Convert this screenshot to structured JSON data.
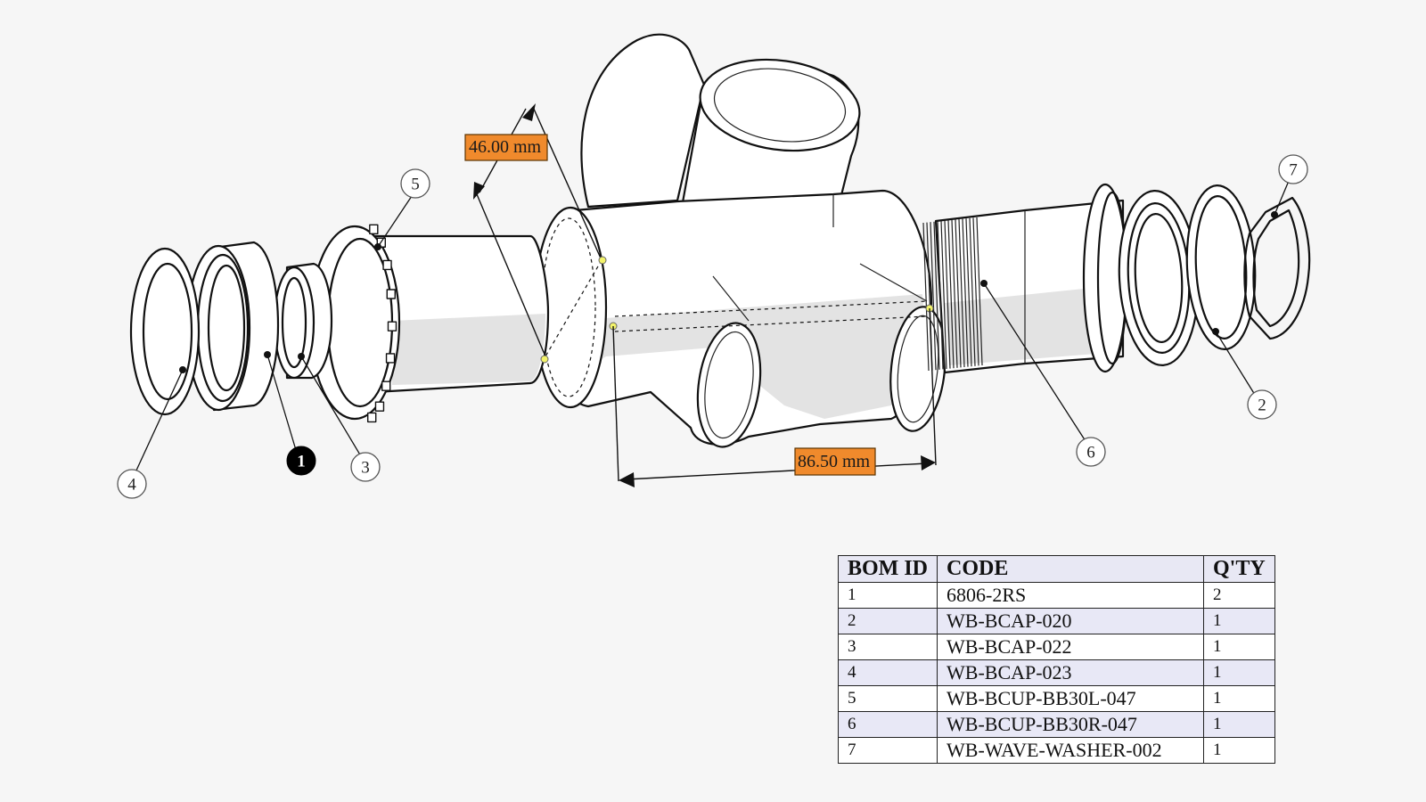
{
  "dimensions": {
    "dim_46": "46.00 mm",
    "dim_86": "86.50 mm"
  },
  "balloons": {
    "b1": "1",
    "b2": "2",
    "b3": "3",
    "b4": "4",
    "b5": "5",
    "b6": "6",
    "b7": "7"
  },
  "bom": {
    "headers": [
      "BOM ID",
      "CODE",
      "Q'TY"
    ],
    "rows": [
      {
        "id": "1",
        "code": "6806-2RS",
        "qty": "2"
      },
      {
        "id": "2",
        "code": "WB-BCAP-020",
        "qty": "1"
      },
      {
        "id": "3",
        "code": "WB-BCAP-022",
        "qty": "1"
      },
      {
        "id": "4",
        "code": "WB-BCAP-023",
        "qty": "1"
      },
      {
        "id": "5",
        "code": "WB-BCUP-BB30L-047",
        "qty": "1"
      },
      {
        "id": "6",
        "code": "WB-BCUP-BB30R-047",
        "qty": "1"
      },
      {
        "id": "7",
        "code": "WB-WAVE-WASHER-002",
        "qty": "1"
      }
    ]
  },
  "colors": {
    "dimension_box": "#f08a2c",
    "point_marker": "#f3f36a",
    "table_header": "#e8e8f4",
    "table_alt_row": "#e8e8f6",
    "background": "#f6f6f6"
  }
}
